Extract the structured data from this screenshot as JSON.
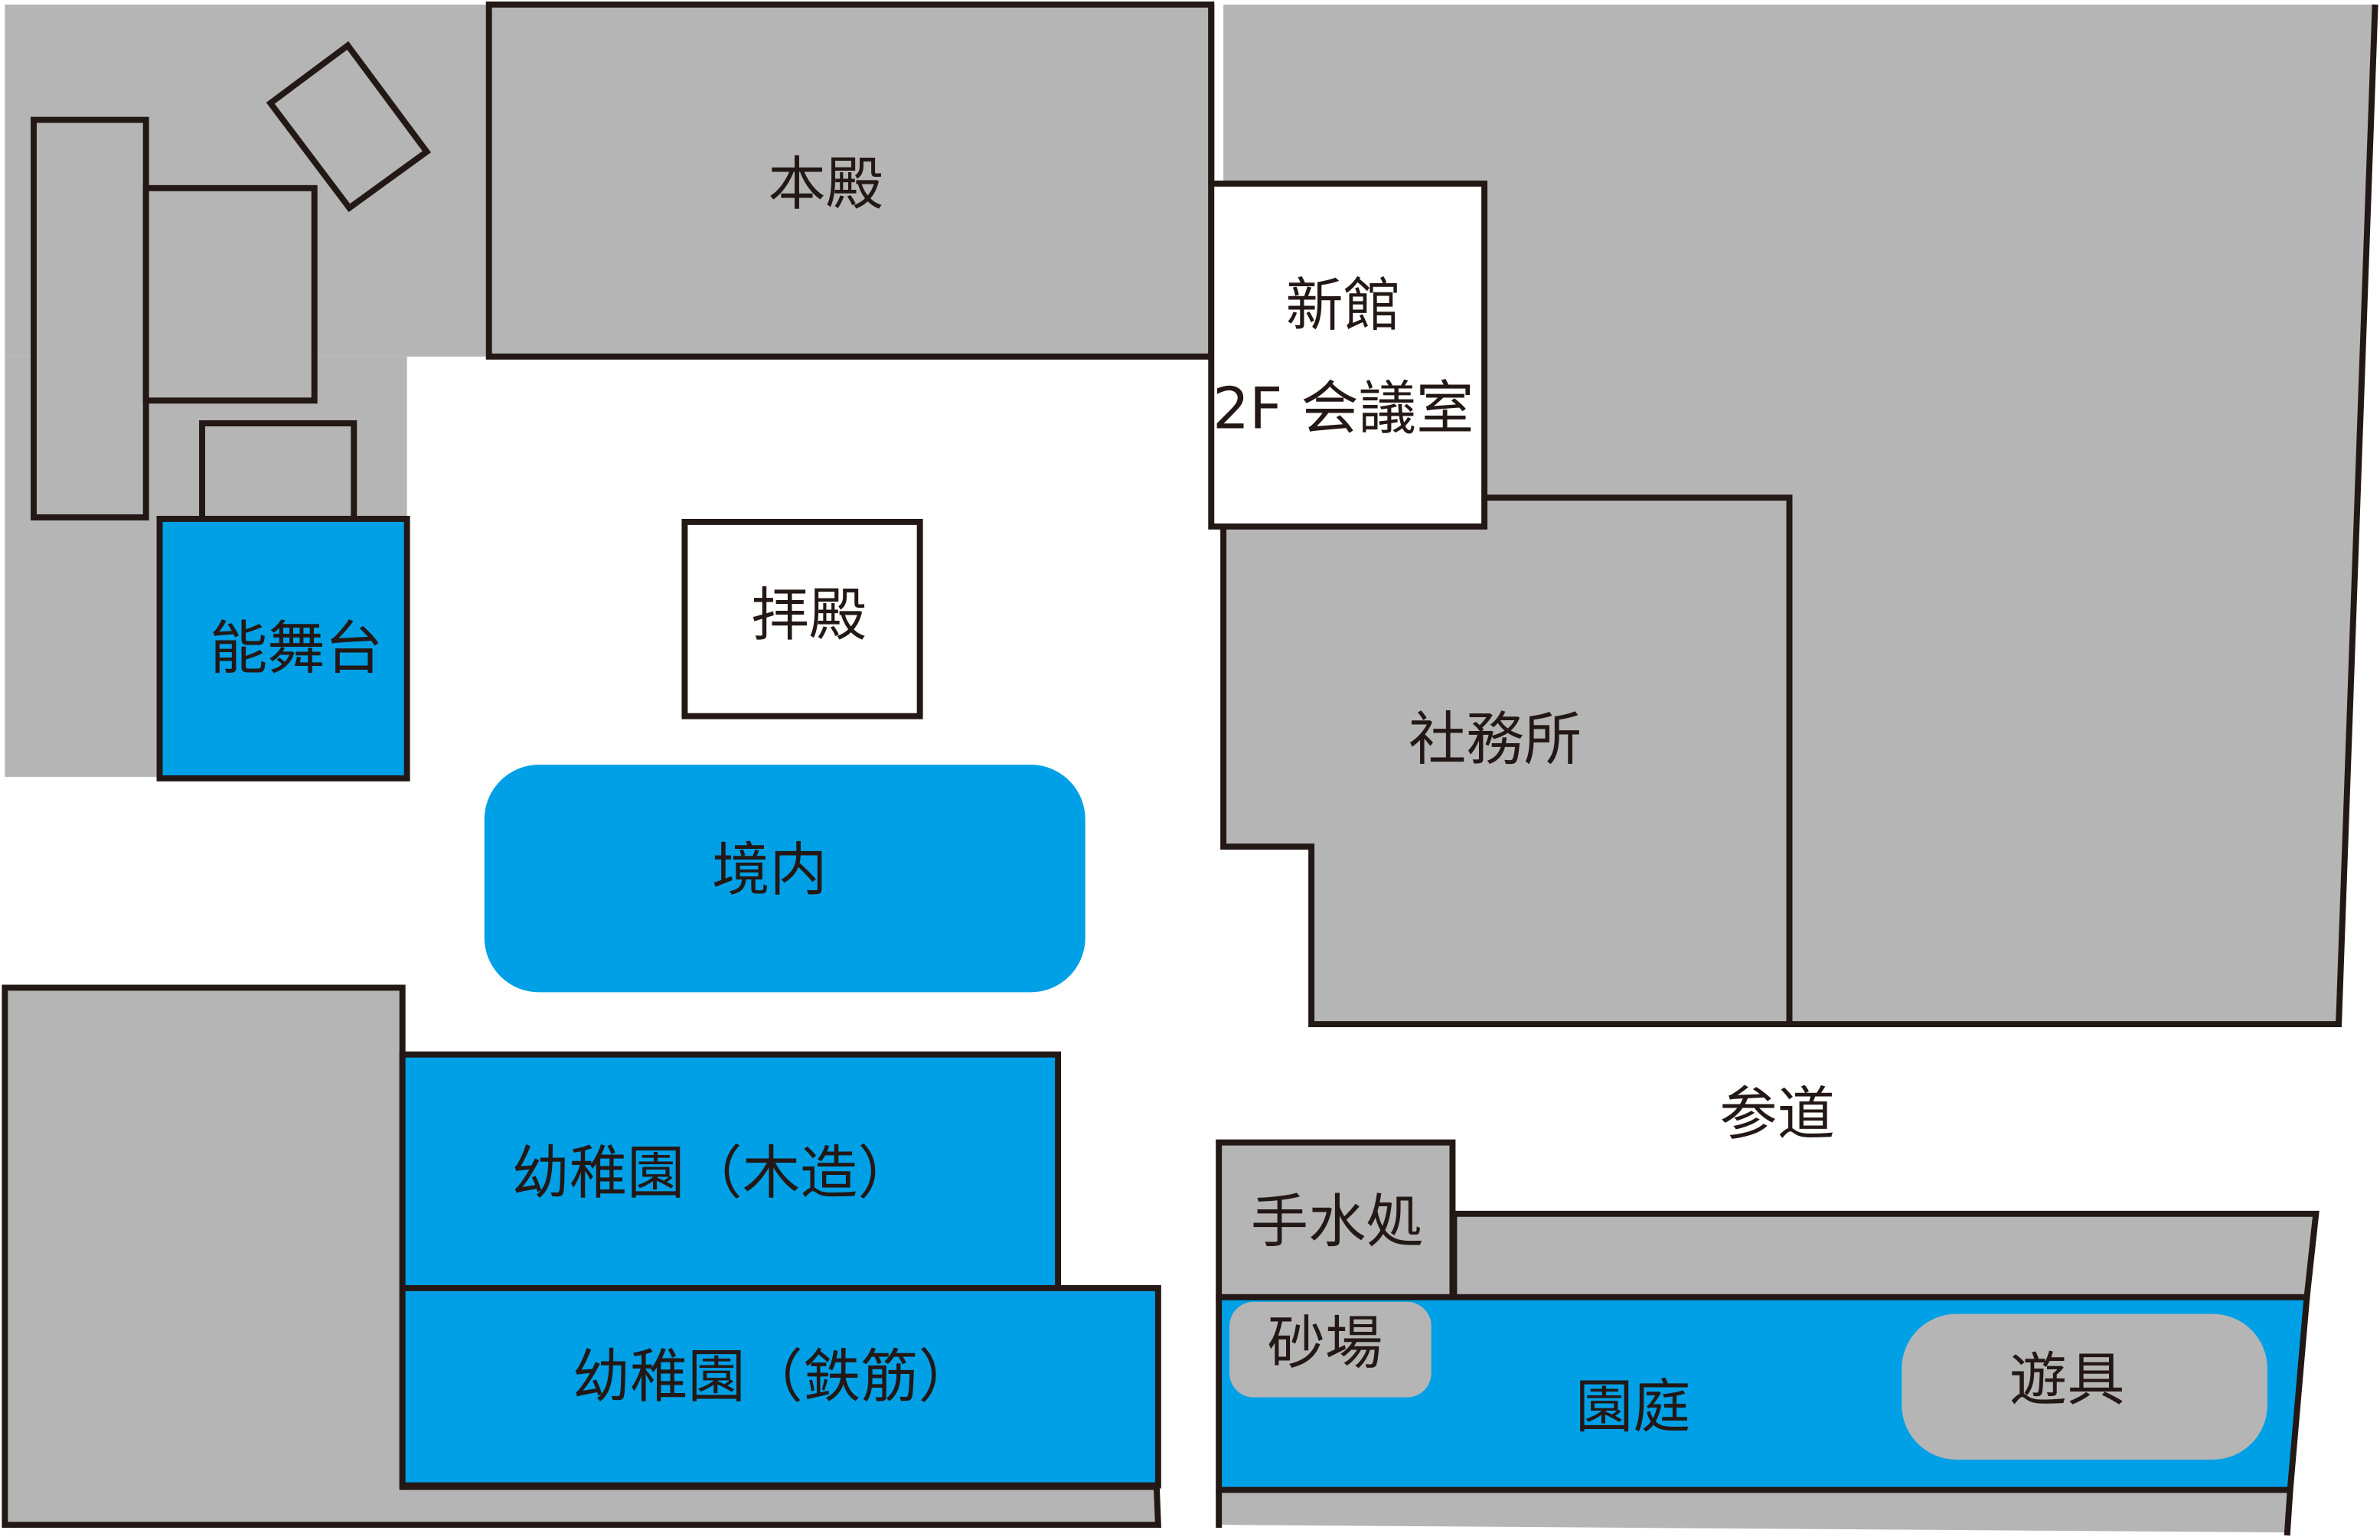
{
  "colors": {
    "gray": "#b5b5b5",
    "blue": "#00a0e6",
    "white": "#ffffff",
    "line": "#231815"
  },
  "labels": {
    "honden": "本殿",
    "shinkan": "新館",
    "shinkan_floor": "2F 会議室",
    "noubutai": "能舞台",
    "haiden": "拝殿",
    "shamusho": "社務所",
    "keidai": "境内",
    "youchien_wood": "幼稚園（木造）",
    "youchien_steel": "幼稚園（鉄筋）",
    "sandou": "参道",
    "temizuya": "手水処",
    "sunaba": "砂場",
    "entei": "園庭",
    "yugu": "遊具"
  }
}
